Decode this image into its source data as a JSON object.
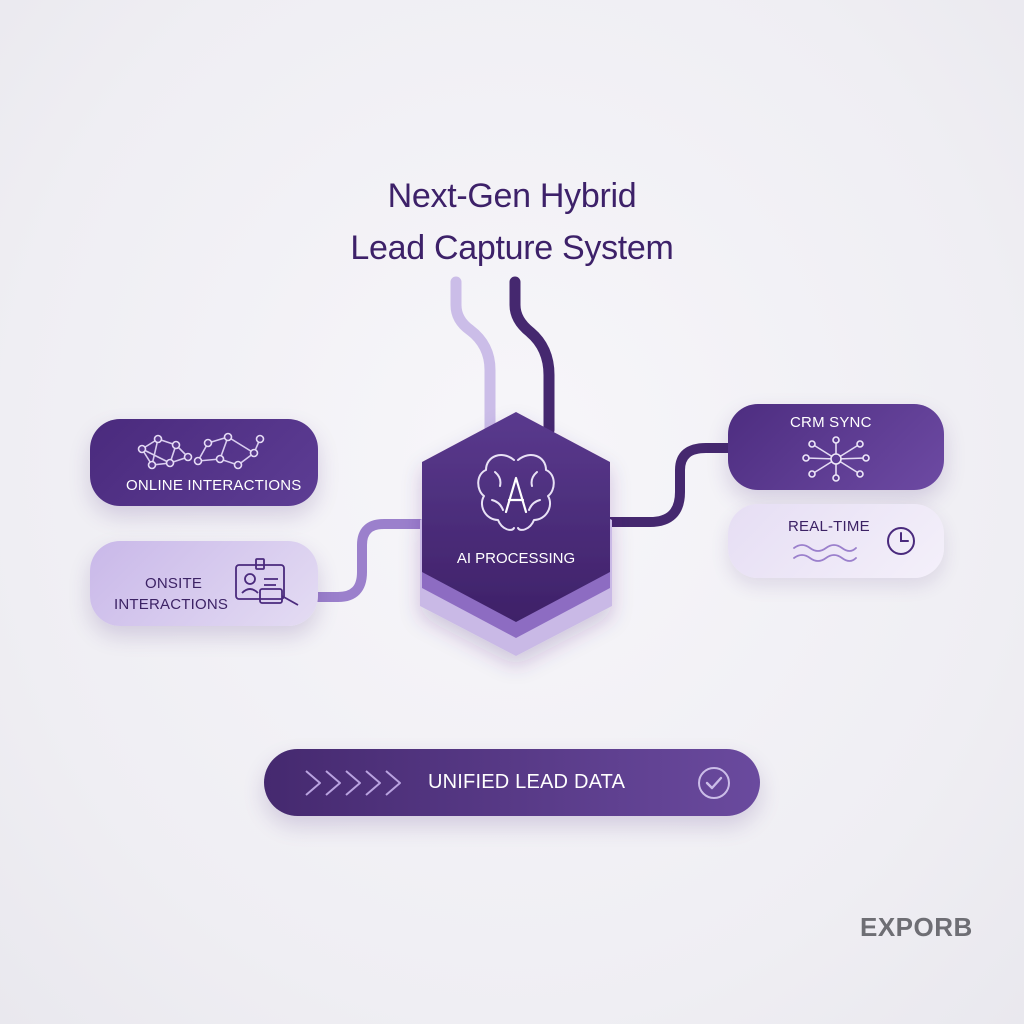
{
  "title": {
    "line1": "Next-Gen Hybrid",
    "line2": "Lead Capture System"
  },
  "nodes": {
    "online": {
      "label": "ONLINE INTERACTIONS",
      "icon": "network-graph-icon"
    },
    "onsite": {
      "label_line1": "ONSITE",
      "label_line2": "INTERACTIONS",
      "icon": "badge-scan-icon"
    },
    "ai": {
      "label": "AI PROCESSING",
      "icon": "brain-icon"
    },
    "crm": {
      "label": "CRM SYNC",
      "icon": "hub-icon"
    },
    "realtime": {
      "label": "REAL-TIME",
      "icon": "clock-icon"
    },
    "unified": {
      "label": "UNIFIED LEAD DATA",
      "icon": "check-circle-icon"
    }
  },
  "brand": {
    "name": "EXPORB"
  },
  "colors": {
    "primary": "#4a2a7d",
    "primary_light": "#6a4a9e",
    "lavender": "#c9b8e9",
    "pale": "#e6def4",
    "text_dark": "#3d2169"
  }
}
